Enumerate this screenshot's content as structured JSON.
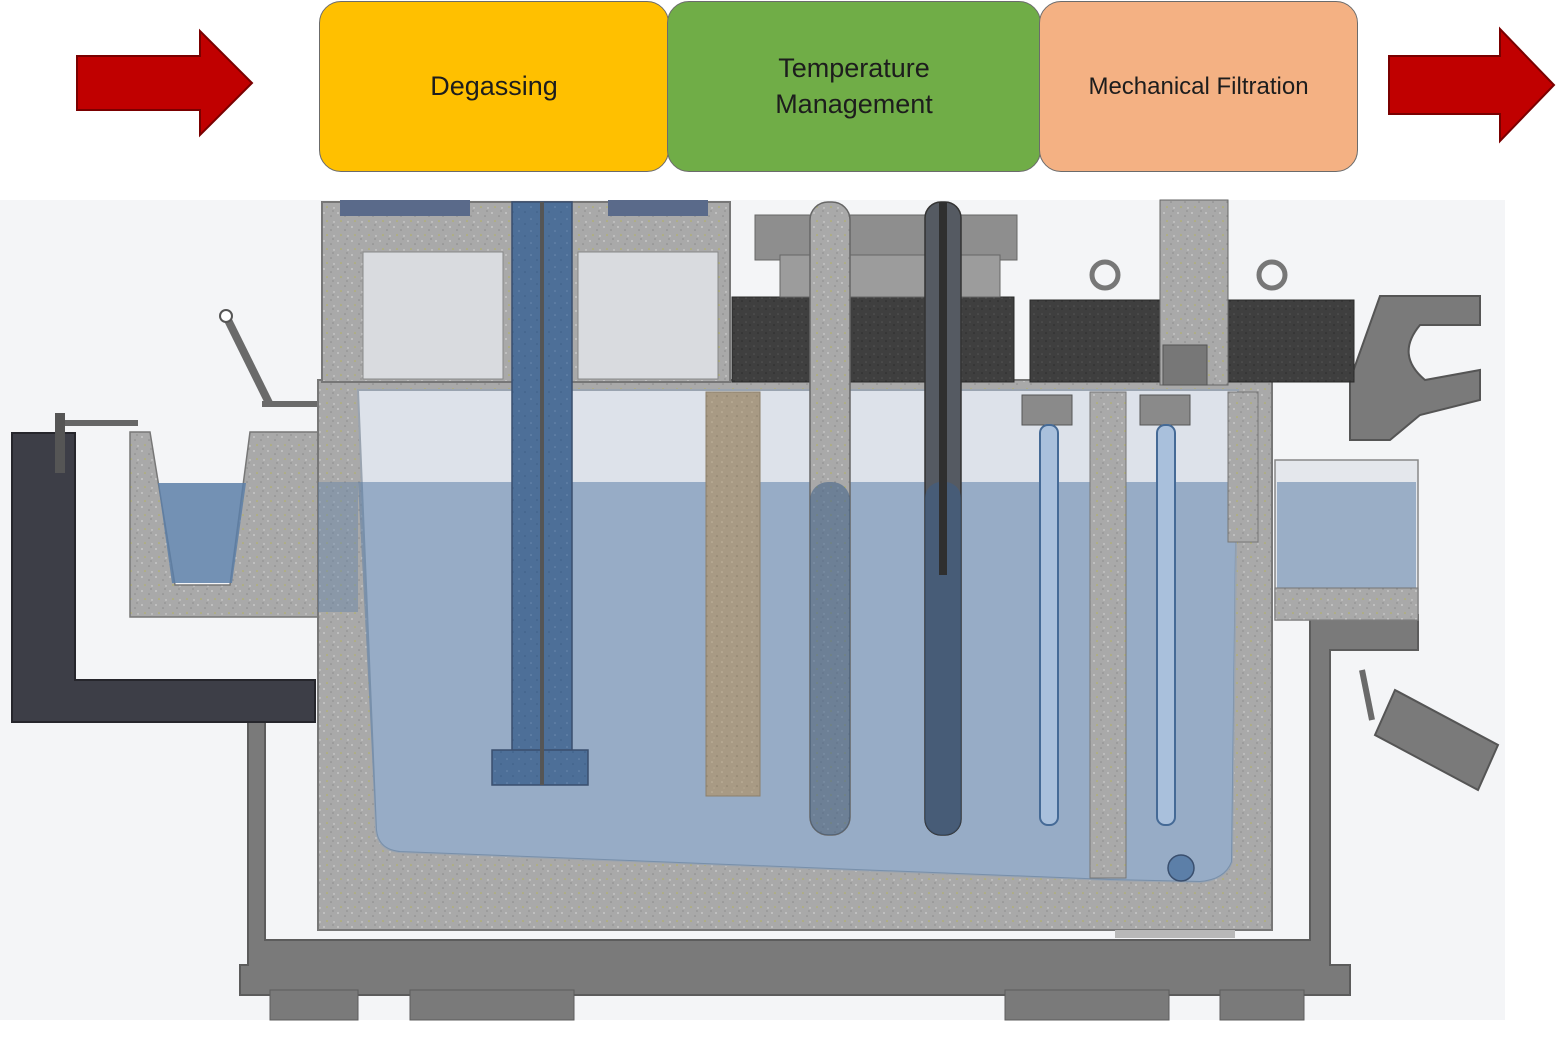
{
  "process_stages": [
    {
      "label": "Degassing",
      "color": "#FFC000"
    },
    {
      "label": "Temperature\nManagement",
      "color": "#70AD47"
    },
    {
      "label": "Mechanical Filtration",
      "color": "#F4B183"
    }
  ],
  "flow_arrow_color": "#C00000",
  "metal_color": "#5c7fa8",
  "refractory_color": "#a3a3a3",
  "steel_color": "#7a7a7a"
}
